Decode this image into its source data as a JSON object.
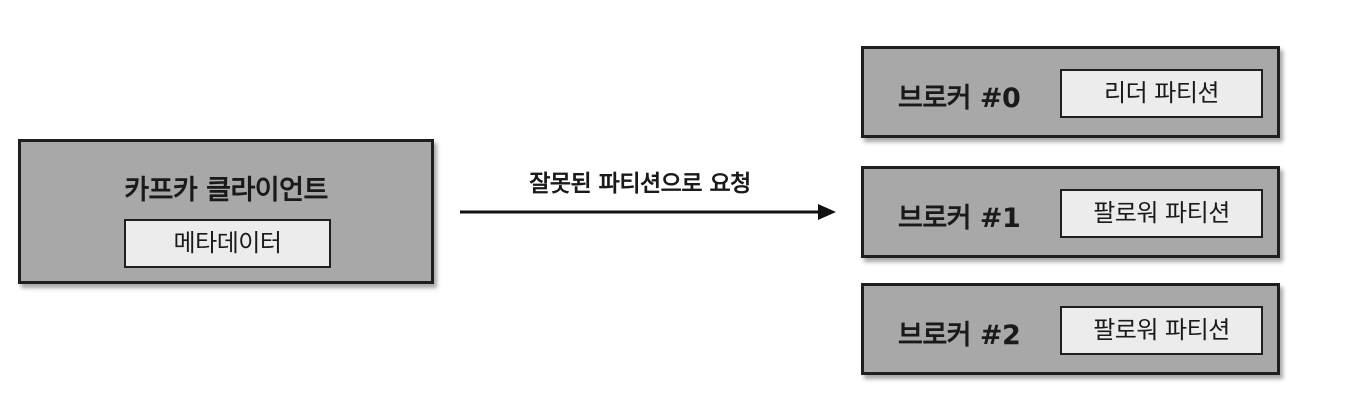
{
  "client": {
    "title": "카프카 클라이언트",
    "metadata_label": "메타데이터"
  },
  "request": {
    "label": "잘못된 파티션으로 요청"
  },
  "brokers": [
    {
      "name": "브로커 #0",
      "partition_label": "리더 파티션"
    },
    {
      "name": "브로커 #1",
      "partition_label": "팔로워 파티션"
    },
    {
      "name": "브로커 #2",
      "partition_label": "팔로워 파티션"
    }
  ]
}
